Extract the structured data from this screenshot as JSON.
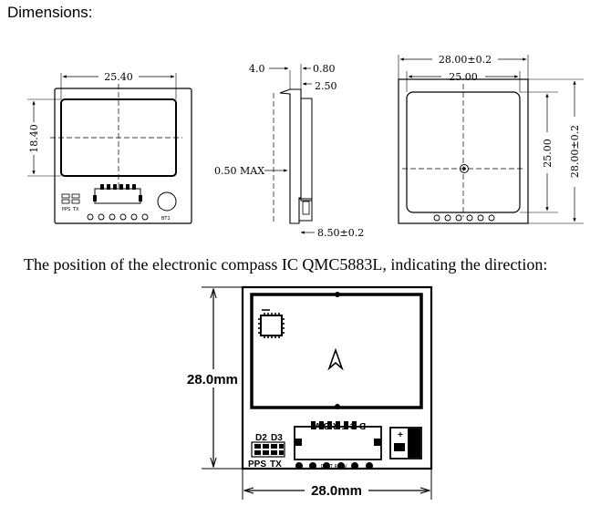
{
  "heading": "Dimensions:",
  "caption": "The position of the electronic compass IC QMC5883L, indicating the direction:",
  "front_view": {
    "width": "25.40",
    "height": "18.40",
    "label_pps": "PPS",
    "label_tx": "TX",
    "label_bt1": "BT1"
  },
  "side_view": {
    "dim_a": "4.0",
    "dim_b": "0.80",
    "dim_c": "2.50",
    "dim_max": "0.50 MAX",
    "dim_total": "8.50±0.2"
  },
  "back_view": {
    "outer_width": "28.00±0.2",
    "inner_width": "25.00",
    "inner_height": "25.00",
    "outer_height": "28.00±0.2"
  },
  "compass_board": {
    "height_label": "28.0mm",
    "width_label": "28.0mm",
    "label_d2": "D2",
    "label_d3": "D3",
    "label_pps": "PPS",
    "label_tx": "TX",
    "label_plus": "+",
    "label_pin_top": "D C T R G V",
    "label_pin_bottom": "D C T R G V"
  }
}
